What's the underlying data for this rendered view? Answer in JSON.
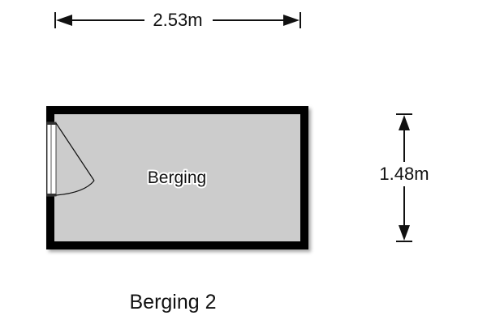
{
  "plan": {
    "room_name": "Berging",
    "caption": "Berging 2",
    "width_label": "2.53m",
    "height_label": "1.48m"
  },
  "colors": {
    "wall": "#000000",
    "floor": "#cccccc",
    "text": "#111111"
  }
}
